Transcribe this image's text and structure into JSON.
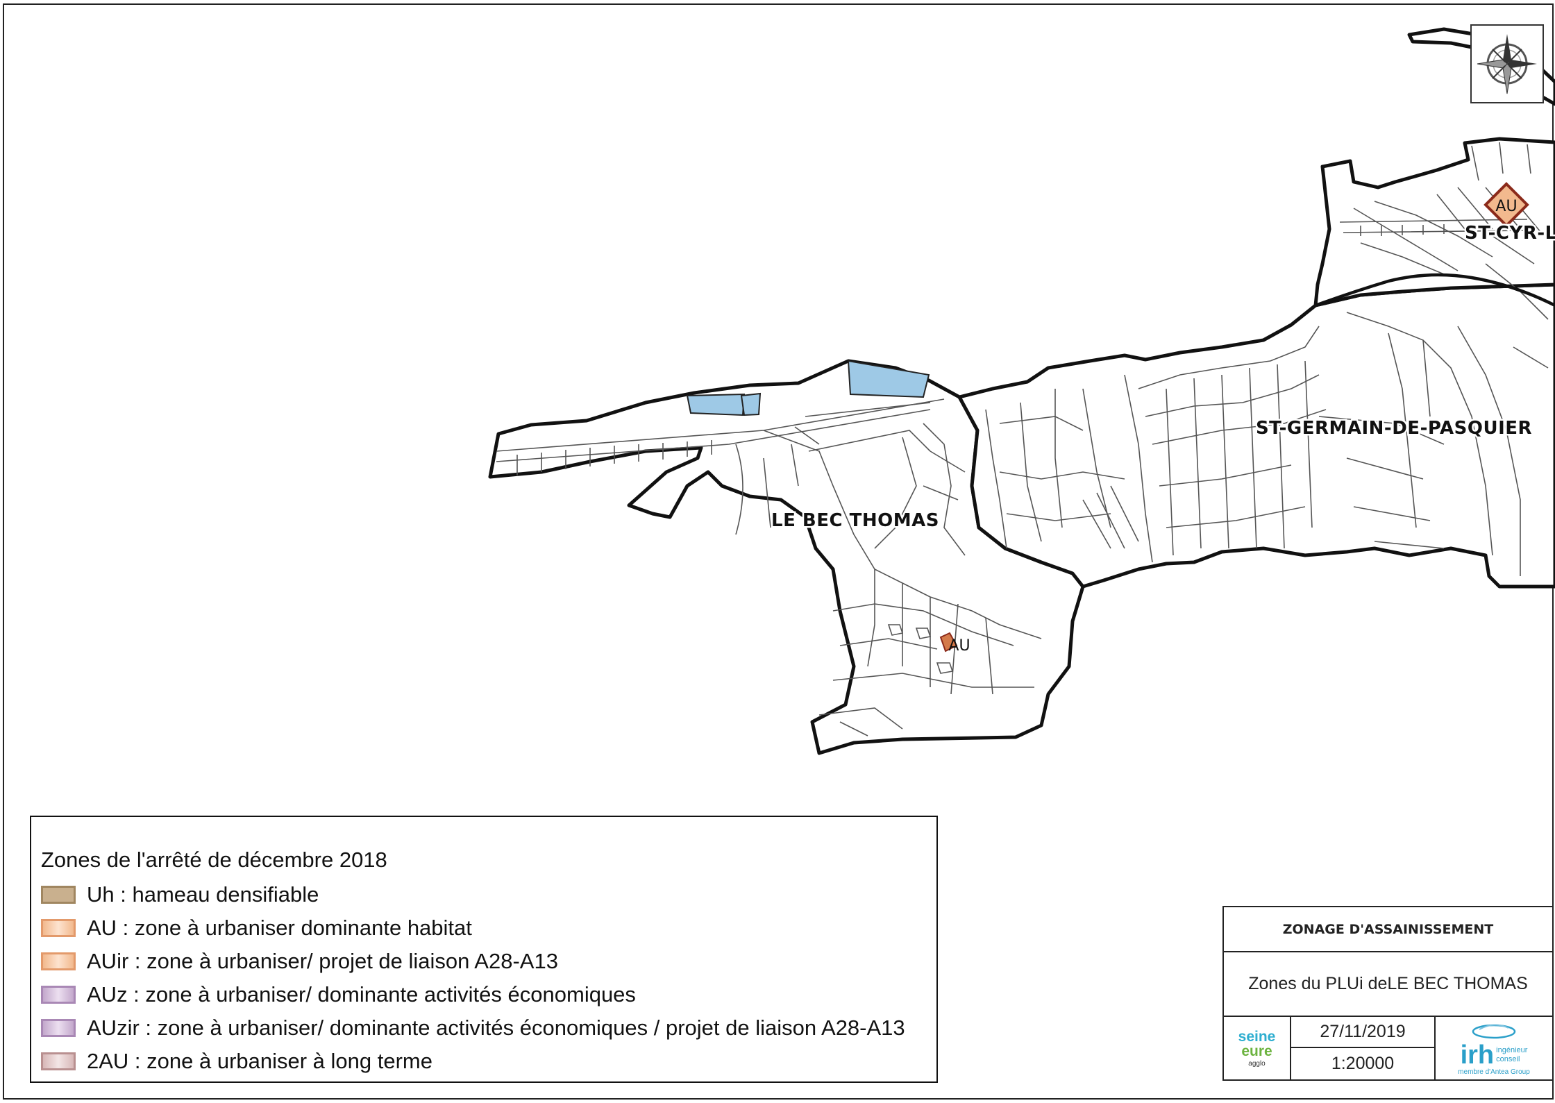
{
  "places": {
    "bec_thomas": "LE BEC THOMAS",
    "st_germain": "ST-GERMAIN-DE-PASQUIER",
    "st_cyr": "ST-CYR-L"
  },
  "zone_tags": {
    "au_north": "AU",
    "au_south": "AU"
  },
  "legend": {
    "title": "Zones de l'arrêté de décembre 2018",
    "items": [
      {
        "label": "Uh :  hameau densifiable",
        "color": "#c9b08e"
      },
      {
        "label": "AU : zone à urbaniser dominante habitat",
        "color": "#f2b98e"
      },
      {
        "label": "AUir : zone à urbaniser/ projet de liaison A28-A13",
        "color": "#f2b98e"
      },
      {
        "label": "AUz : zone à urbaniser/ dominante activités économiques",
        "color": "#c3a8cc"
      },
      {
        "label": "AUzir : zone à urbaniser/ dominante activités économiques / projet de liaison A28-A13",
        "color": "#c3a8cc"
      },
      {
        "label": "2AU : zone à urbaniser à long terme",
        "color": "#d8b8b8"
      }
    ]
  },
  "title_block": {
    "heading": "ZONAGE D'ASSAINISSEMENT",
    "subtitle": "Zones du PLUi deLE BEC THOMAS",
    "date": "27/11/2019",
    "scale": "1:20000",
    "logo_left": {
      "line1": "seine",
      "line2": "eure",
      "line3": "agglo"
    },
    "logo_right": {
      "main": "irh",
      "tag1": "ingénieur",
      "tag2": "conseil",
      "tag3": "membre d'Antea Group"
    }
  },
  "colors": {
    "water": "#9ec9e6",
    "boundary": "#111111",
    "parcel": "#555555"
  }
}
